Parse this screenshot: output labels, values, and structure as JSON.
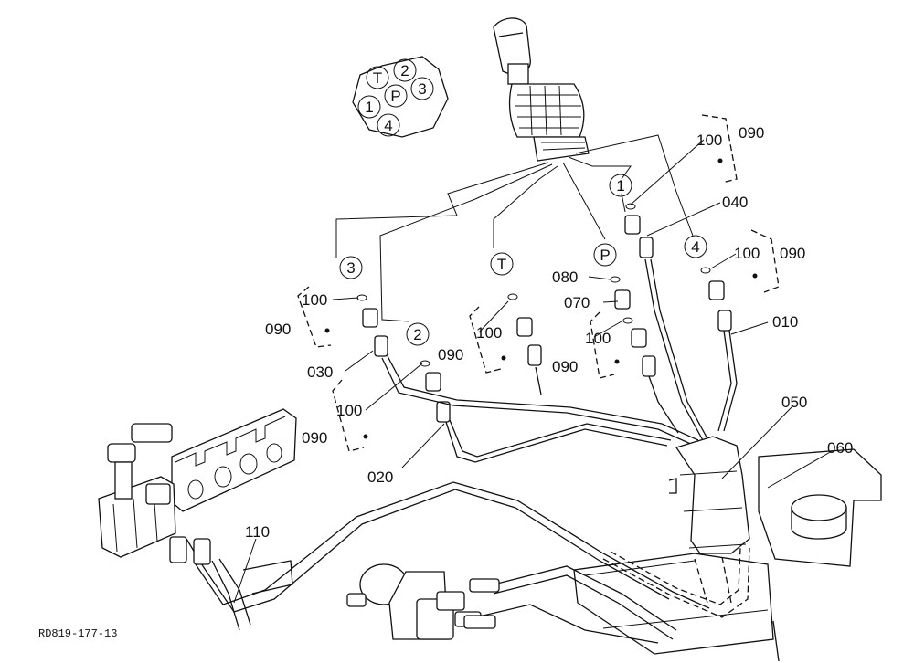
{
  "connector": {
    "pins": [
      {
        "id": "pin-T",
        "label": "T"
      },
      {
        "id": "pin-2",
        "label": "2"
      },
      {
        "id": "pin-3",
        "label": "3"
      },
      {
        "id": "pin-P",
        "label": "P"
      },
      {
        "id": "pin-1",
        "label": "1"
      },
      {
        "id": "pin-4",
        "label": "4"
      }
    ]
  },
  "port_labels": [
    {
      "id": "port-3",
      "label": "3"
    },
    {
      "id": "port-2",
      "label": "2"
    },
    {
      "id": "port-T",
      "label": "T"
    },
    {
      "id": "port-P",
      "label": "P"
    },
    {
      "id": "port-1",
      "label": "1"
    },
    {
      "id": "port-4",
      "label": "4"
    }
  ],
  "callouts": [
    {
      "id": "c-100-a",
      "label": "100"
    },
    {
      "id": "c-090-a",
      "label": "090"
    },
    {
      "id": "c-040",
      "label": "040"
    },
    {
      "id": "c-100-b",
      "label": "100"
    },
    {
      "id": "c-090-b",
      "label": "090"
    },
    {
      "id": "c-010",
      "label": "010"
    },
    {
      "id": "c-080",
      "label": "080"
    },
    {
      "id": "c-070",
      "label": "070"
    },
    {
      "id": "c-100-c",
      "label": "100"
    },
    {
      "id": "c-090-c",
      "label": "090"
    },
    {
      "id": "c-100-d",
      "label": "100"
    },
    {
      "id": "c-090-d",
      "label": "090"
    },
    {
      "id": "c-100-e",
      "label": "100"
    },
    {
      "id": "c-090-e",
      "label": "090"
    },
    {
      "id": "c-030",
      "label": "030"
    },
    {
      "id": "c-100-f",
      "label": "100"
    },
    {
      "id": "c-090-f",
      "label": "090"
    },
    {
      "id": "c-020",
      "label": "020"
    },
    {
      "id": "c-050",
      "label": "050"
    },
    {
      "id": "c-060",
      "label": "060"
    },
    {
      "id": "c-110",
      "label": "110"
    }
  ],
  "drawing_code": "RD819-177-13"
}
